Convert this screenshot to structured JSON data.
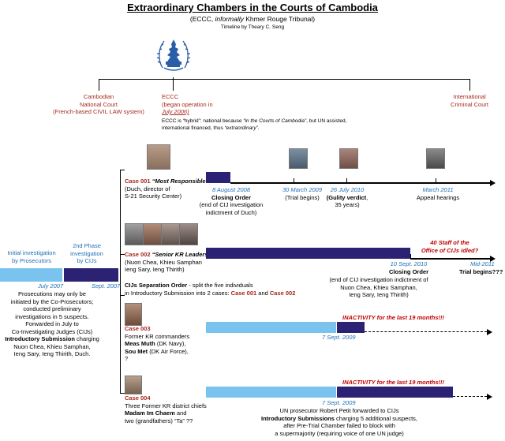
{
  "header": {
    "title": "Extraordinary Chambers in the Courts of Cambodia",
    "subtitle_pre": "(ECCC, ",
    "subtitle_em": "informally",
    "subtitle_post": " Khmer Rouge Tribunal)",
    "byline": "Timeline by Theary C. Seng"
  },
  "courts": {
    "national_1": "Cambodian",
    "national_2": "National Court",
    "national_3": "(French-based CIVIL LAW system)",
    "eccc_1": "ECCC",
    "eccc_2": "(began operation in",
    "eccc_3": "July 2006)",
    "hybrid_1a": "ECCC is “hybrid”: national because ",
    "hybrid_1b": "“in the Courts of Cambodia”",
    "hybrid_1c": ", but UN assisted,",
    "hybrid_2a": "international financed, thus ",
    "hybrid_2b": "“extraordinary”",
    "hybrid_2c": ".",
    "intl_1": "International",
    "intl_2": "Criminal Court"
  },
  "phases": {
    "initial_1": "Initial investigation",
    "initial_2": "by Prosecutors",
    "second_1": "2nd Phase",
    "second_2": "investigation",
    "second_3": "by CIJs",
    "date_july": "July 2007",
    "date_sept": "Sept. 2007",
    "desc": [
      "Prosecutions may only be",
      "initiated by the Co-Prosecutors;",
      "conducted preliminary",
      "investigations in 5 suspects.",
      "Forwarded in July to",
      "Co-Investigating Judges (CIJs)"
    ],
    "intro_bold": "Introductory Submission",
    "intro_rest": " charging",
    "desc2": [
      "Nuon Chea, Khieu Samphan,",
      "Ieng Sary, Ieng Thirith, Duch."
    ]
  },
  "case001": {
    "label": "Case 001",
    "quote": "“Most Responsible”",
    "desc_1": "(Duch, director of",
    "desc_2": "S-21 Security Center)",
    "events": [
      {
        "date": "8 August 2008",
        "title": "Closing Order",
        "d1": "(end of CIJ investigation",
        "d2": "indictment of Duch)"
      },
      {
        "date": "30 March 2009",
        "title": "",
        "d1": "(Trial begins)",
        "d2": ""
      },
      {
        "date": "26 July 2010",
        "title": "(Gulity verdict",
        "title_tail": ",",
        "d1": "35 years)",
        "d2": ""
      },
      {
        "date": "March 2011",
        "title": "",
        "d1": "Appeal hearings",
        "d2": ""
      }
    ]
  },
  "case002": {
    "label": "Case 002",
    "quote": "“Senior KR Leaders”",
    "desc_1": "(Nuon Chea, Khieu Samphan",
    "desc_2": "Ieng Sary, Ieng Thirith)",
    "staff_1": "40 Staff of the",
    "staff_2": "Office of CIJs idled?",
    "date_sept": "10 Sept. 2010",
    "closing": "Closing Order",
    "closing_1": "(end of CIJ investigation indictment of",
    "closing_2": "Nuon Chea, Khieu Samphan,",
    "closing_3": "Ieng Sary, Ieng Thirith)",
    "mid": "Mid-2011",
    "trial": "Trial begins???",
    "sep_bold": "CIJs Separation Order",
    "sep_rest": " - split the five individuals",
    "sep_2a": "in Introductory Submission into 2 cases: ",
    "sep_2b": "Case 001",
    "sep_2c": " and ",
    "sep_2d": "Case 002"
  },
  "case003": {
    "label": "Case 003",
    "d1": "Former KR commanders",
    "d2": "Meas Muth",
    "d2b": " (DK Navy),",
    "d3": "Sou Met",
    "d3b": " (DK Air Force),",
    "d4": "?",
    "inactivity": "INACTIVITY for the last 19 months!!!",
    "date": "7 Sept. 2009"
  },
  "case004": {
    "label": "Case 004",
    "d1": "Three Former KR district chiefs",
    "d2": "Madam Im Chaem",
    "d2b": " and",
    "d3": "two (grandfathers) “Ta” ??",
    "inactivity": "INACTIVITY for the last 19 months!!!",
    "date": "7 Sept. 2009",
    "n1": "UN prosecutor Robert Petit forwarded to CIJs",
    "n2b": "Introductory Submissions",
    "n2r": " charging 5 additional suspects,",
    "n3": "after Pre-Trial Chamber failed to block with",
    "n4": "a supermajority (requiring voice of one UN judge)"
  },
  "colors": {
    "navy": "#2b2274",
    "light_blue": "#79c3ee",
    "red": "#a8281e",
    "blue_text": "#1f6fb5"
  },
  "icons": [
    "un-eccc-emblem",
    "portrait-photo"
  ]
}
